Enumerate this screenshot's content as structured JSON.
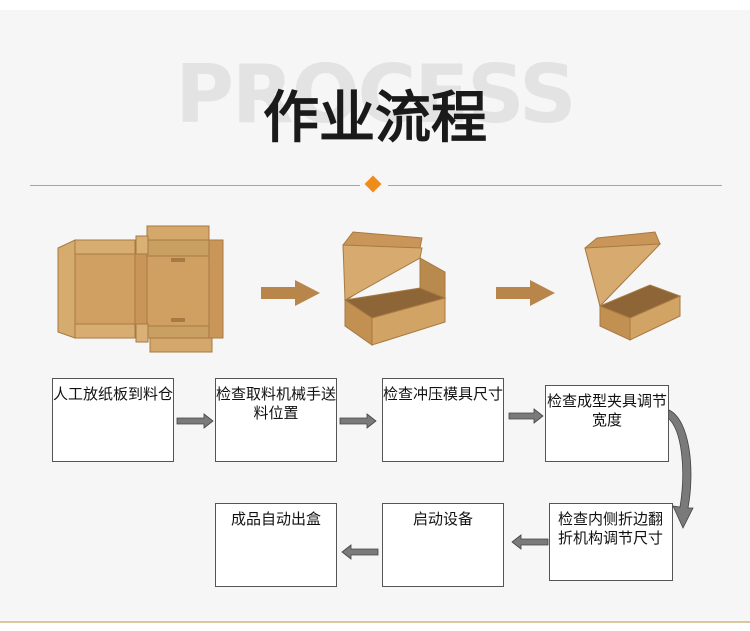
{
  "header": {
    "background_word": "PROCESS",
    "title": "作业流程"
  },
  "colors": {
    "accent": "#e29c34",
    "diamond": "#f08c1a",
    "cardboard": "#c99a5b",
    "arrow": "#b8864a"
  },
  "steps": [
    {
      "label": "人工放纸板到料仓"
    },
    {
      "label": "检查取料机械手送料位置"
    },
    {
      "label": "检查冲压模具尺寸"
    },
    {
      "label": "检查成型夹具调节宽度"
    },
    {
      "label": "检查内侧折边翻折机构调节尺寸"
    },
    {
      "label": "启动设备"
    },
    {
      "label": "成品自动出盒"
    }
  ],
  "images": [
    {
      "icon": "flat-cardboard-blank-icon"
    },
    {
      "icon": "open-box-large-icon"
    },
    {
      "icon": "open-box-small-icon"
    }
  ]
}
